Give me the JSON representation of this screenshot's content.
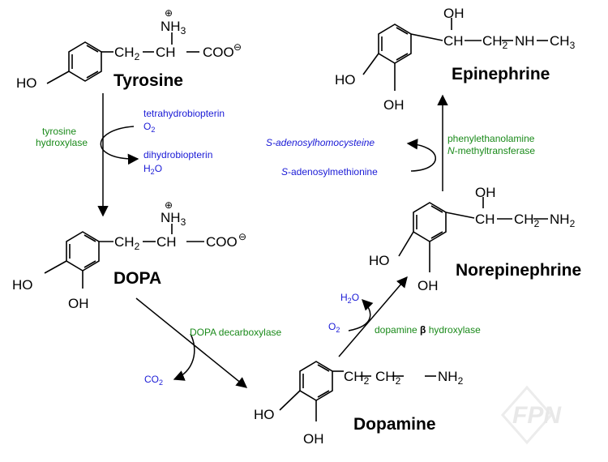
{
  "molecules": {
    "tyrosine": {
      "name": "Tyrosine",
      "ring_sub": "HO",
      "amine": "NH3",
      "chain": "CH2CHCOO"
    },
    "dopa": {
      "name": "DOPA",
      "sub1": "HO",
      "sub2": "OH",
      "amine": "NH3",
      "chain": "CH2CHCOO"
    },
    "dopamine": {
      "name": "Dopamine",
      "sub1": "HO",
      "sub2": "OH",
      "chain": "CH2CH2NH2"
    },
    "norepinephrine": {
      "name": "Norepinephrine",
      "sub1": "HO",
      "sub2": "OH",
      "oh": "OH",
      "chain": "CHCH2NH2"
    },
    "epinephrine": {
      "name": "Epinephrine",
      "sub1": "HO",
      "sub2": "OH",
      "oh": "OH",
      "chain": "CHCH2NHCH3"
    }
  },
  "steps": {
    "s1": {
      "enzyme": [
        "tyrosine",
        "hydroxylase"
      ],
      "cofactor_in": [
        "tetrahydrobiopterin",
        "O2"
      ],
      "cofactor_out": [
        "dihydrobiopterin",
        "H2O"
      ]
    },
    "s2": {
      "enzyme": "DOPA decarboxylase",
      "cofactor_out": "CO2"
    },
    "s3": {
      "enzyme": "dopamine β hydroxylase",
      "cofactor_in": "O2",
      "cofactor_out": "H2O"
    },
    "s4": {
      "enzyme": [
        "phenylethanolamine",
        "N-methyltransferase"
      ],
      "cofactor_in": "S-adenosylmethionine",
      "cofactor_out": "S-adenosylhomocysteine"
    }
  },
  "watermark": "FPN",
  "colors": {
    "enzyme": "#1a8a1a",
    "cofactor": "#1a1ad6",
    "structure": "#000000"
  }
}
